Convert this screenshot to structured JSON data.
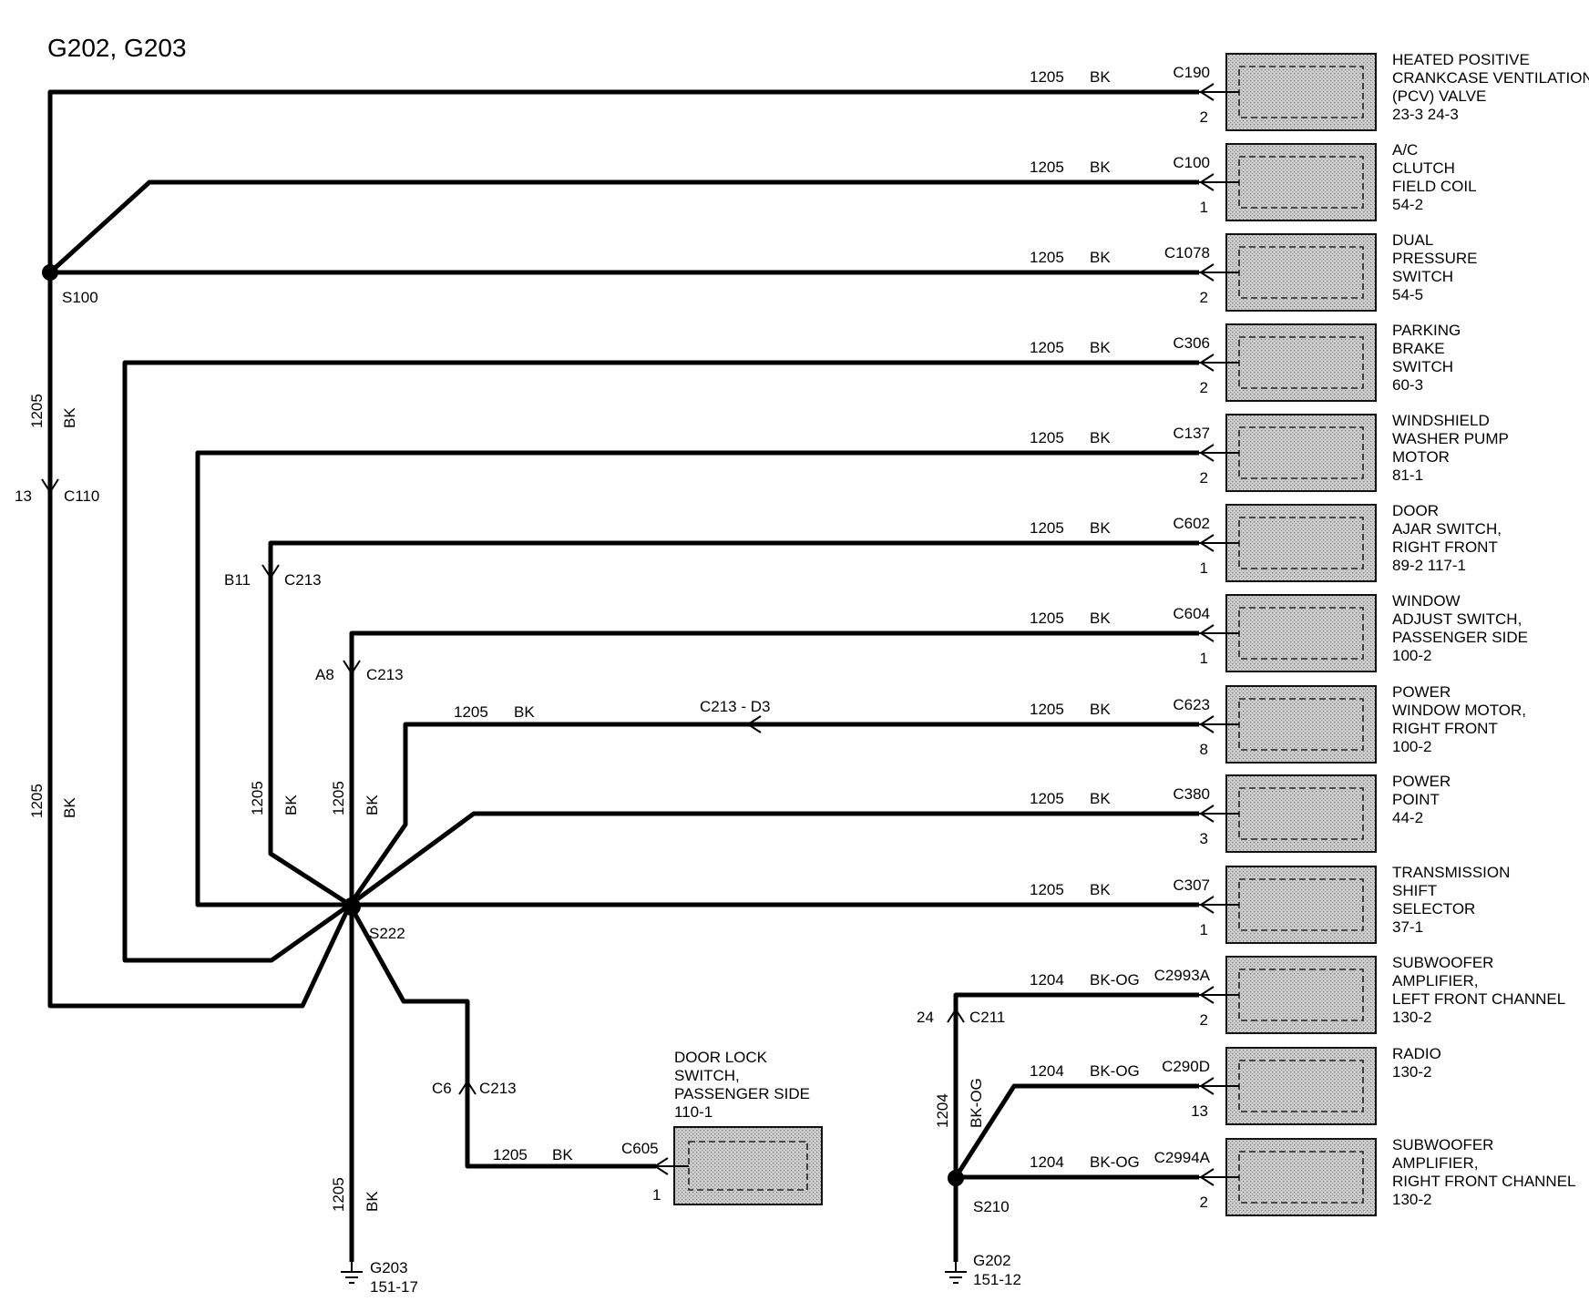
{
  "title": "G202, G203",
  "devices": [
    {
      "connector": "C190",
      "pin": "2",
      "circuit": "1205",
      "color": "BK",
      "lines": [
        "HEATED POSITIVE",
        "CRANKCASE VENTILATION",
        "(PCV) VALVE",
        "23-3      24-3"
      ]
    },
    {
      "connector": "C100",
      "pin": "1",
      "circuit": "1205",
      "color": "BK",
      "lines": [
        "A/C",
        "CLUTCH",
        "FIELD COIL",
        "54-2"
      ]
    },
    {
      "connector": "C1078",
      "pin": "2",
      "circuit": "1205",
      "color": "BK",
      "lines": [
        "DUAL",
        "PRESSURE",
        "SWITCH",
        "54-5"
      ]
    },
    {
      "connector": "C306",
      "pin": "2",
      "circuit": "1205",
      "color": "BK",
      "lines": [
        "PARKING",
        "BRAKE",
        "SWITCH",
        "60-3"
      ]
    },
    {
      "connector": "C137",
      "pin": "2",
      "circuit": "1205",
      "color": "BK",
      "lines": [
        "WINDSHIELD",
        "WASHER PUMP",
        "MOTOR",
        "81-1"
      ]
    },
    {
      "connector": "C602",
      "pin": "1",
      "circuit": "1205",
      "color": "BK",
      "lines": [
        "DOOR",
        "AJAR SWITCH,",
        "RIGHT FRONT",
        "89-2      117-1"
      ]
    },
    {
      "connector": "C604",
      "pin": "1",
      "circuit": "1205",
      "color": "BK",
      "lines": [
        "WINDOW",
        "ADJUST SWITCH,",
        "PASSENGER    SIDE",
        "100-2"
      ]
    },
    {
      "connector": "C623",
      "pin": "8",
      "circuit": "1205",
      "color": "BK",
      "lines": [
        "POWER",
        "WINDOW MOTOR,",
        "RIGHT FRONT",
        "100-2"
      ]
    },
    {
      "connector": "C380",
      "pin": "3",
      "circuit": "1205",
      "color": "BK",
      "lines": [
        "POWER",
        "POINT",
        "44-2"
      ]
    },
    {
      "connector": "C307",
      "pin": "1",
      "circuit": "1205",
      "color": "BK",
      "lines": [
        "TRANSMISSION",
        "SHIFT",
        "SELECTOR",
        "37-1"
      ]
    },
    {
      "connector": "C2993A",
      "pin": "2",
      "circuit": "1204",
      "color": "BK-OG",
      "lines": [
        "SUBWOOFER",
        "AMPLIFIER,",
        "LEFT FRONT CHANNEL",
        "130-2"
      ]
    },
    {
      "connector": "C290D",
      "pin": "13",
      "circuit": "1204",
      "color": "BK-OG",
      "lines": [
        "RADIO",
        "130-2"
      ]
    },
    {
      "connector": "C2994A",
      "pin": "2",
      "circuit": "1204",
      "color": "BK-OG",
      "lines": [
        "SUBWOOFER",
        "AMPLIFIER,",
        "RIGHT FRONT CHANNEL",
        "130-2"
      ]
    }
  ],
  "door_lock": {
    "connector": "C605",
    "pin": "1",
    "circuit": "1205",
    "color": "BK",
    "lines": [
      "DOOR LOCK",
      "SWITCH,",
      "PASSENGER SIDE",
      "110-1"
    ]
  },
  "splices": {
    "s100": "S100",
    "s222": "S222",
    "s210": "S210"
  },
  "inline": {
    "c110_pin": "13",
    "c110": "C110",
    "c213_b11_pin": "B11",
    "c213_b11": "C213",
    "c213_a8_pin": "A8",
    "c213_a8": "C213",
    "c213_d3": "C213  - D3",
    "c213_c6_pin": "C6",
    "c213_c6": "C213",
    "c211_pin": "24",
    "c211": "C211"
  },
  "vertical_labels": {
    "circuit_1205": "1205",
    "bk": "BK",
    "circuit_1204": "1204",
    "bk_og": "BK-OG"
  },
  "wire_labels": {
    "w1205": "1205",
    "wbk": "BK"
  },
  "grounds": [
    {
      "name": "G203",
      "ref": "151-17"
    },
    {
      "name": "G202",
      "ref": "151-12"
    }
  ]
}
